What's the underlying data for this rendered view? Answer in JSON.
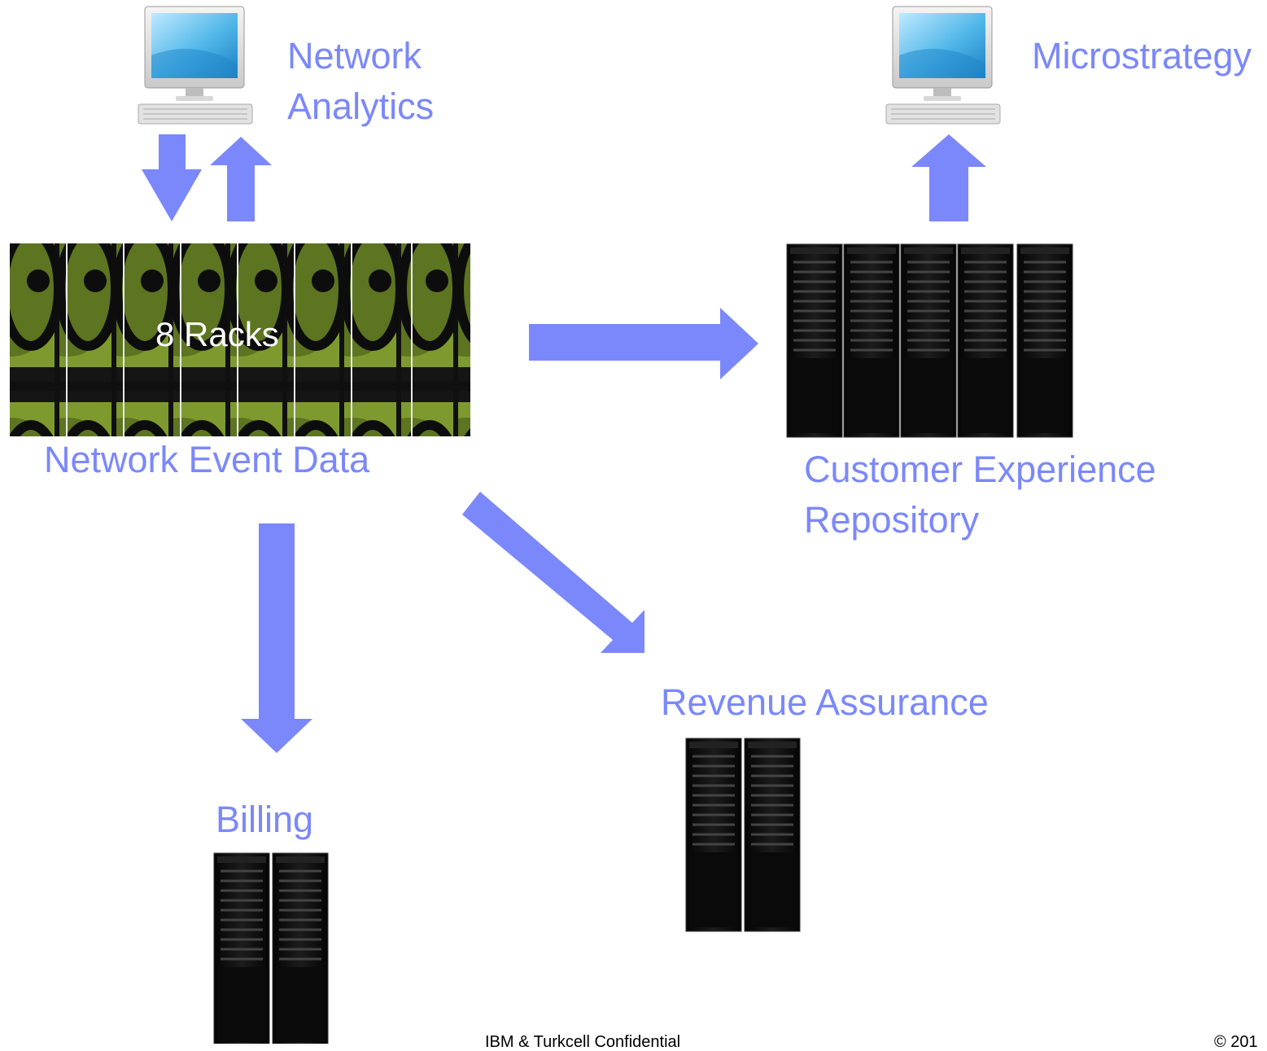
{
  "labels": {
    "network_analytics": "Network\nAnalytics",
    "microstrategy": "Microstrategy",
    "rack_count": "8 Racks",
    "network_event_data": "Network Event Data",
    "customer_experience": "Customer Experience\nRepository",
    "revenue_assurance": "Revenue Assurance",
    "billing": "Billing"
  },
  "footer": {
    "confidential": "IBM & Turkcell Confidential",
    "copyright": "© 201"
  },
  "colors": {
    "accent": "#7b88fb",
    "rack_green": "#7e9a2e",
    "rack_black": "#0c0c0c"
  }
}
